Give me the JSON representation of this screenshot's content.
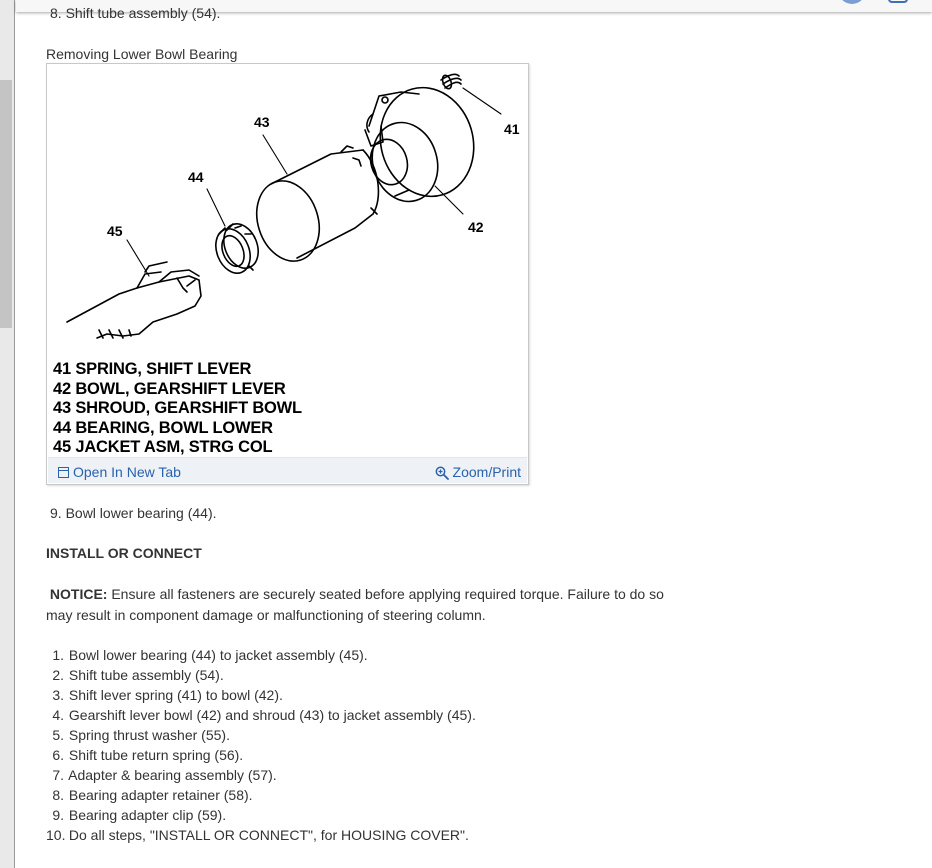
{
  "top_step": "8. Shift tube assembly (54).",
  "figure": {
    "caption": "Removing Lower Bowl Bearing",
    "callouts": {
      "c41": "41",
      "c42": "42",
      "c43": "43",
      "c44": "44",
      "c45": "45"
    },
    "legend": [
      "41 SPRING, SHIFT LEVER",
      "42 BOWL, GEARSHIFT LEVER",
      "43 SHROUD, GEARSHIFT BOWL",
      "44 BEARING, BOWL LOWER",
      "45 JACKET ASM, STRG COL"
    ],
    "open_tab_label": "Open In New Tab",
    "zoom_label": "Zoom/Print"
  },
  "remove_step_9": "9. Bowl lower bearing (44).",
  "install_heading": "INSTALL OR CONNECT",
  "notice": {
    "label": "NOTICE:",
    "text": " Ensure all fasteners are securely seated before applying required torque. Failure to do so may result in component damage or malfunctioning of steering column."
  },
  "install_steps": [
    {
      "num": "1.",
      "text": "Bowl lower bearing (44) to jacket assembly (45)."
    },
    {
      "num": "2.",
      "text": "Shift tube assembly (54)."
    },
    {
      "num": "3.",
      "text": "Shift lever spring (41) to bowl (42)."
    },
    {
      "num": "4.",
      "text": "Gearshift lever bowl (42) and shroud (43) to jacket assembly (45)."
    },
    {
      "num": "5.",
      "text": "Spring thrust washer (55)."
    },
    {
      "num": "6.",
      "text": "Shift tube return spring (56)."
    },
    {
      "num": "7.",
      "text": "Adapter & bearing assembly (57)."
    },
    {
      "num": "8.",
      "text": "Bearing adapter retainer (58)."
    },
    {
      "num": "9.",
      "text": "Bearing adapter clip (59)."
    },
    {
      "num": "10.",
      "text": "Do all steps, \"INSTALL OR CONNECT\", for HOUSING COVER\"."
    }
  ],
  "colors": {
    "link": "#2a62ad",
    "text": "#333333",
    "footer_bg": "#eef1f5"
  }
}
